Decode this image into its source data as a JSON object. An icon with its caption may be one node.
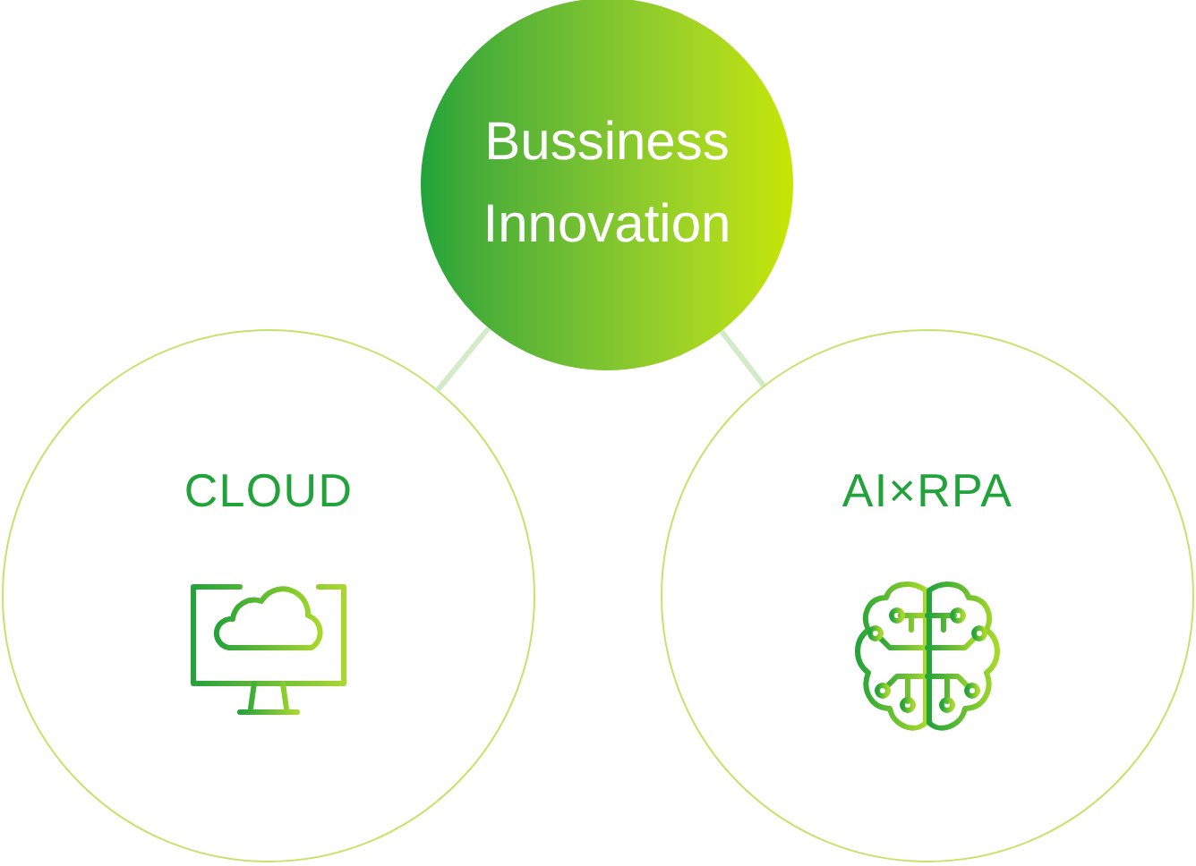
{
  "diagram": {
    "nodes": [
      {
        "text": [
          "Bussiness Innovation"
        ]
      },
      {
        "text": [
          "CLOUD"
        ]
      },
      {
        "text": [
          "AI×RPA"
        ]
      }
    ],
    "edges": [
      {
        "from": 0,
        "to": 1,
        "arrow": "none"
      },
      {
        "from": 0,
        "to": 2,
        "arrow": "none"
      }
    ]
  }
}
